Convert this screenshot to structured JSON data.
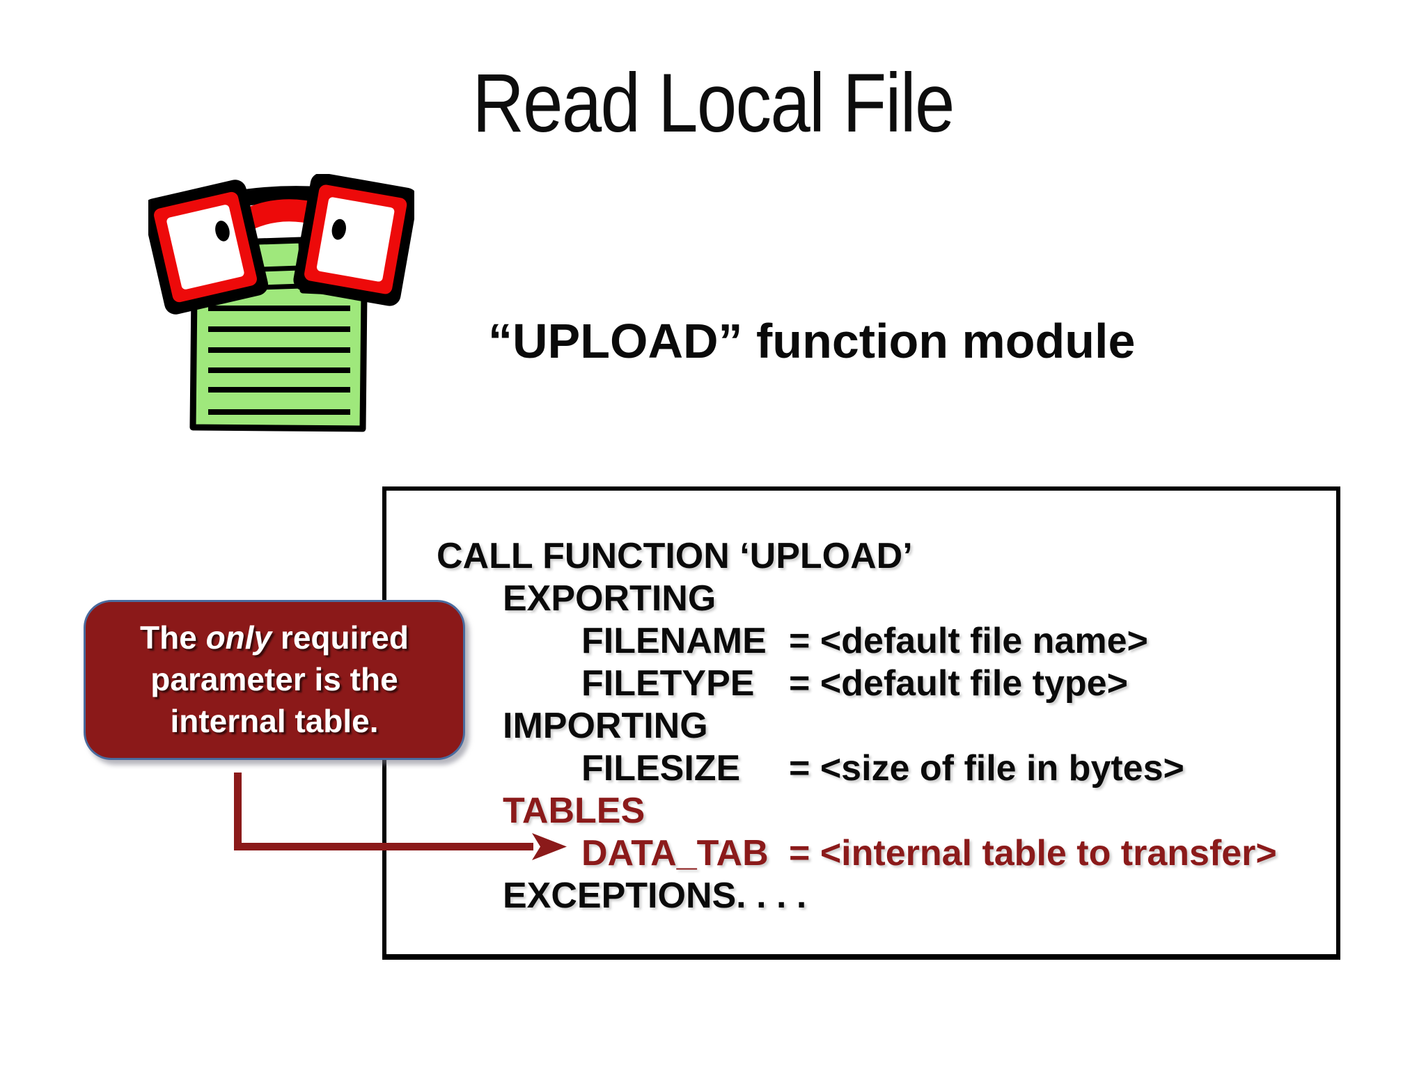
{
  "slide": {
    "title": "Read Local File",
    "subtitle": "“UPLOAD” function module"
  },
  "code": {
    "lines": [
      {
        "text": "CALL FUNCTION ‘UPLOAD’"
      },
      {
        "text": "EXPORTING"
      },
      {
        "label": "FILENAME",
        "value": "= <default file name>"
      },
      {
        "label": "FILETYPE",
        "value": "= <default file type>"
      },
      {
        "text": "IMPORTING"
      },
      {
        "label": "FILESIZE",
        "value": "= <size of file in bytes>"
      },
      {
        "text": "TABLES"
      },
      {
        "label": "DATA_TAB",
        "value": "= <internal table to transfer>"
      },
      {
        "text": "EXCEPTIONS. . . ."
      }
    ]
  },
  "callout": {
    "line1_pre": "The ",
    "line1_italic": "only",
    "line1_post": " required",
    "line2": "parameter is the",
    "line3": "internal table."
  },
  "icons": {
    "clipart": "floppy-disk-with-glasses-icon",
    "arrow": "maroon-elbow-arrow"
  },
  "colors": {
    "maroon_text": "#8b1a1a",
    "callout_fill": "#8b1919",
    "callout_border": "#4a6b9e",
    "glasses_red": "#ed0a0a",
    "disk_green": "#9fe87c",
    "box_border": "#000000",
    "background": "#ffffff"
  }
}
